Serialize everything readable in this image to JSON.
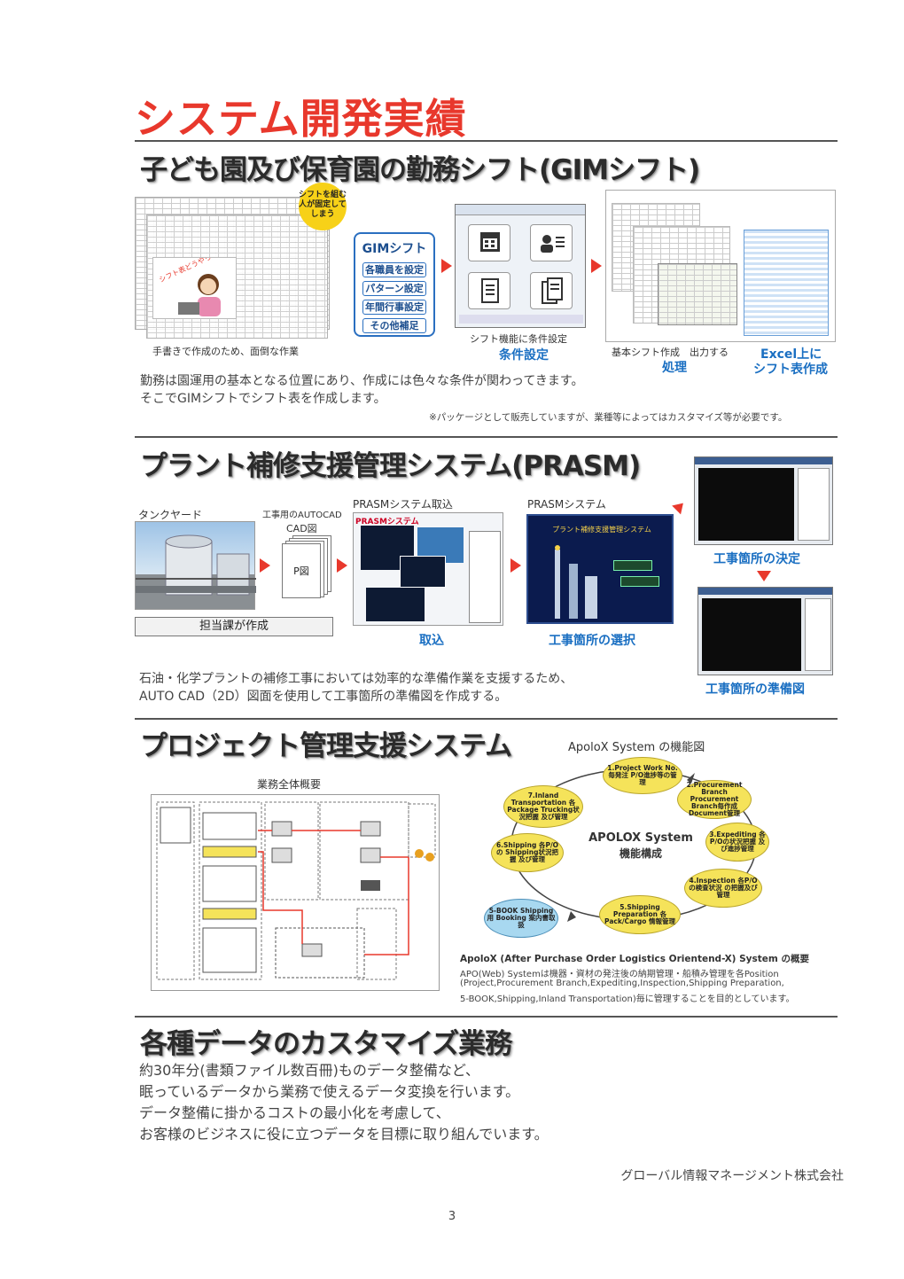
{
  "main_title": "システム開発実績",
  "section1": {
    "title": "子ども園及び保育園の勤務シフト(GIMシフト)",
    "badge": "シフトを組む人が固定してしまう",
    "sketch_text": "シフト表どうやって作ろうか?",
    "caption_handwork": "手書きで作成のため、面倒な作業",
    "gim_title": "GIMシフト",
    "gim_buttons": [
      "各職員を設定",
      "パターン設定",
      "年間行事設定",
      "その他補足"
    ],
    "window_caption": "シフト機能に条件設定",
    "step_condition": "条件設定",
    "caption_basic": "基本シフト作成　出力する",
    "step_process": "処理",
    "step_excel_line1": "Excel上に",
    "step_excel_line2": "シフト表作成",
    "desc_line1": "勤務は園運用の基本となる位置にあり、作成には色々な条件が関わってきます。",
    "desc_line2": "そこでGIMシフトでシフト表を作成します。",
    "note": "※パッケージとして販売していますが、業種等によってはカスタマイズ等が必要です。"
  },
  "section2": {
    "title": "プラント補修支援管理システム(PRASM)",
    "label_tankyard": "タンクヤード",
    "label_autocad_line1": "工事用のAUTOCAD",
    "label_autocad_line2": "CAD図",
    "label_pid": "P図",
    "label_import": "PRASMシステム取込",
    "label_import_banner": "PRASMシステム",
    "label_system": "PRASMシステム",
    "screen_title": "プラント補修支援管理システム",
    "box_assigned": "担当課が作成",
    "cap_import": "取込",
    "cap_select": "工事箇所の選択",
    "cap_decide": "工事箇所の決定",
    "cap_prep": "工事箇所の準備図",
    "desc_line1": "石油・化学プラントの補修工事においては効率的な準備作業を支援するため、",
    "desc_line2": "AUTO CAD（2D）図面を使用して工事箇所の準備図を作成する。"
  },
  "section3": {
    "title": "プロジェクト管理支援システム",
    "overview_label": "業務全体概要",
    "apolox_title": "ApoloX System の機能図",
    "center_line1": "APOLOX System",
    "center_line2": "機能構成",
    "nodes": [
      "1.Project Work No.毎発注 P/O進捗等の管理",
      "2.Procurement Branch Procurement Branch毎作成 Document管理",
      "3.Expediting 各P/Oの状況把握 及び進捗管理",
      "4.Inspection 各P/Oの検査状況 の把握及び管理",
      "5.Shipping Preparation 各Pack/Cargo 情報管理",
      "5-BOOK Shipping用 Booking 案内書取扱",
      "6.Shipping 各P/Oの Shipping状況把握 及び管理",
      "7.Inland Transportation 各Package Trucking状況把握 及び管理"
    ],
    "apolox_heading": "ApoloX (After Purchase Order Logistics Orientend-X) System の概要",
    "apolox_desc_line1": "APO(Web) Systemは機器・資材の発注後の納期管理・船積み管理を各Position",
    "apolox_desc_line2": "(Project,Procurement Branch,Expediting,Inspection,Shipping Preparation,",
    "apolox_desc_line3": "5-BOOK,Shipping,Inland Transportation)毎に管理することを目的としています。"
  },
  "section4": {
    "title": "各種データのカスタマイズ業務",
    "lines": [
      "約30年分(書類ファイル数百冊)ものデータ整備など、",
      "眠っているデータから業務で使えるデータ変換を行います。",
      "データ整備に掛かるコストの最小化を考慮して、",
      "お客様のビジネスに役に立つデータを目標に取り組んでいます。"
    ]
  },
  "footer": {
    "company": "グローバル情報マネージメント株式会社",
    "page": "3"
  },
  "colors": {
    "title_red": "#e8382c",
    "caption_blue": "#1a6fc2",
    "node_yellow": "#f5e35a",
    "node_blue": "#a8d8f0",
    "badge_yellow": "#f7d118"
  }
}
